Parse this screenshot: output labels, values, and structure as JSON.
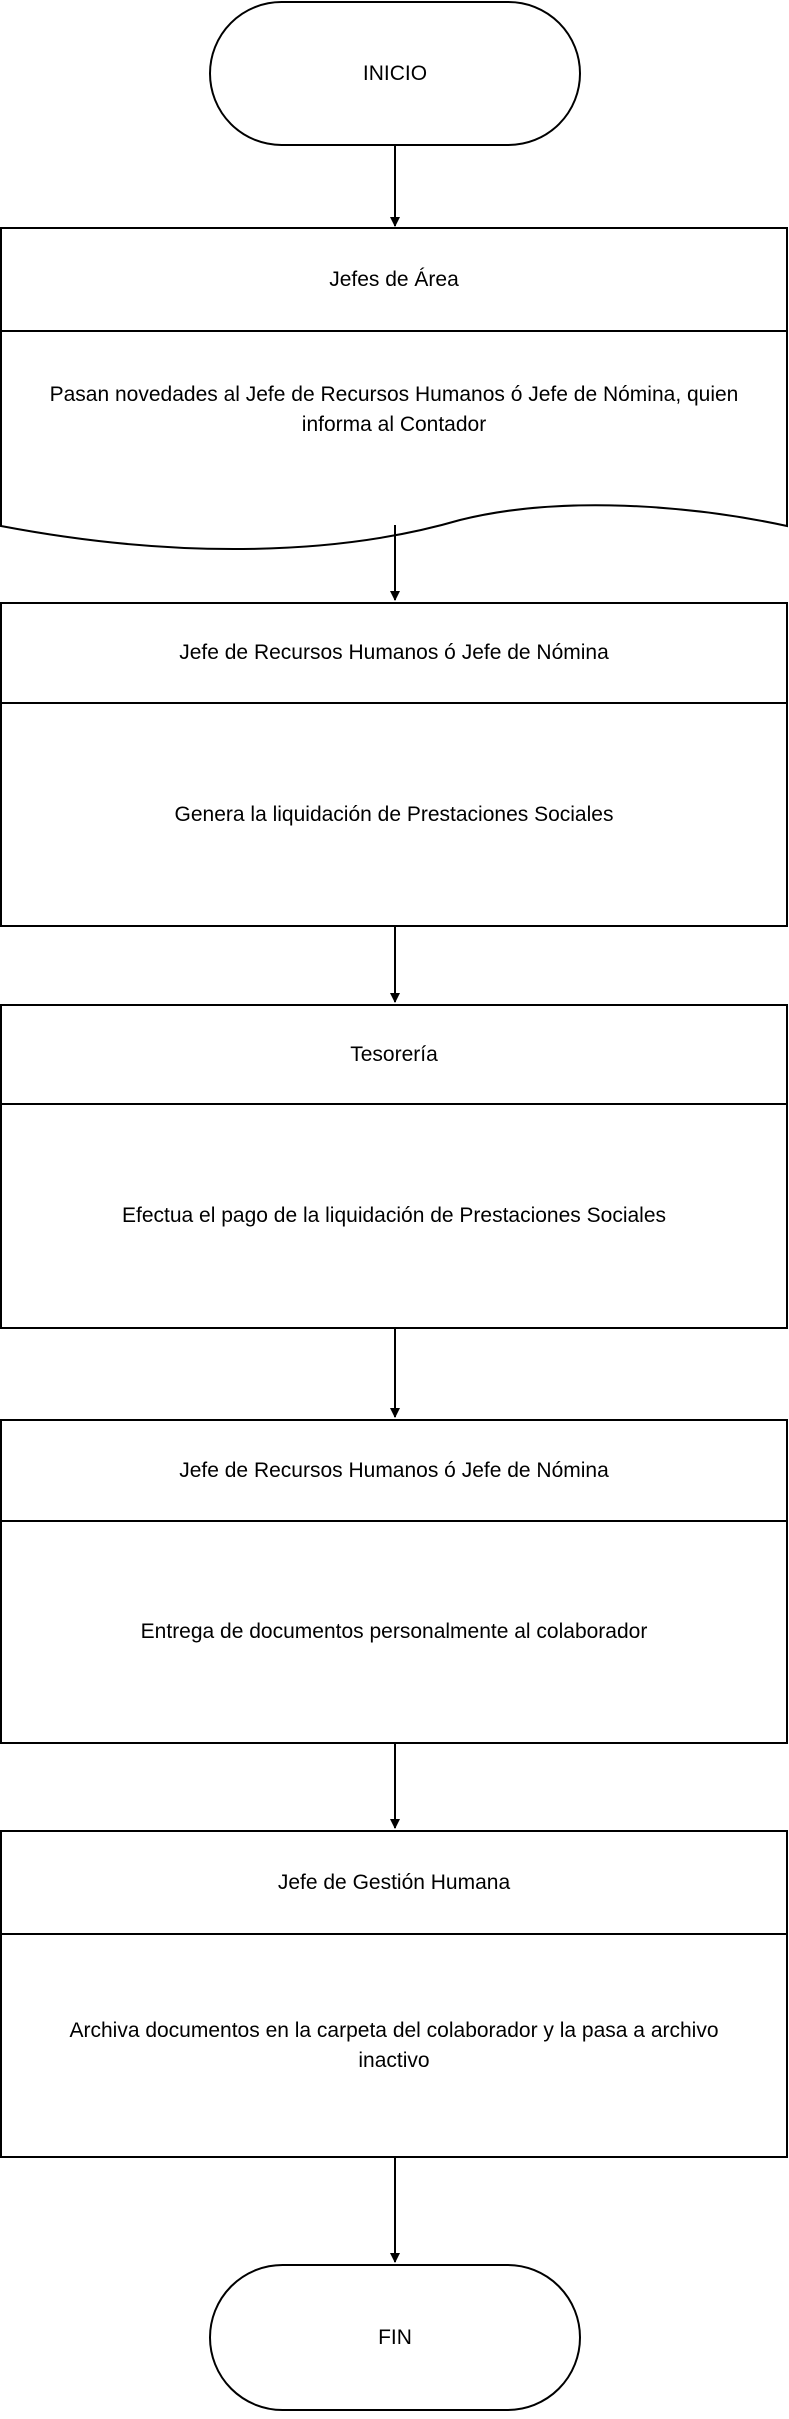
{
  "flowchart": {
    "start": "INICIO",
    "steps": [
      {
        "actor": "Jefes de Área",
        "action": "Pasan novedades al Jefe de Recursos Humanos ó Jefe de Nómina, quien informa al Contador"
      },
      {
        "actor": "Jefe de Recursos Humanos ó Jefe de Nómina",
        "action": "Genera la liquidación de Prestaciones Sociales"
      },
      {
        "actor": "Tesorería",
        "action": "Efectua el pago de la liquidación de Prestaciones Sociales"
      },
      {
        "actor": "Jefe de Recursos Humanos ó Jefe de Nómina",
        "action": "Entrega de documentos personalmente al colaborador"
      },
      {
        "actor": "Jefe de Gestión Humana",
        "action": "Archiva documentos en la carpeta del colaborador y la pasa a archivo inactivo"
      }
    ],
    "end": "FIN"
  }
}
